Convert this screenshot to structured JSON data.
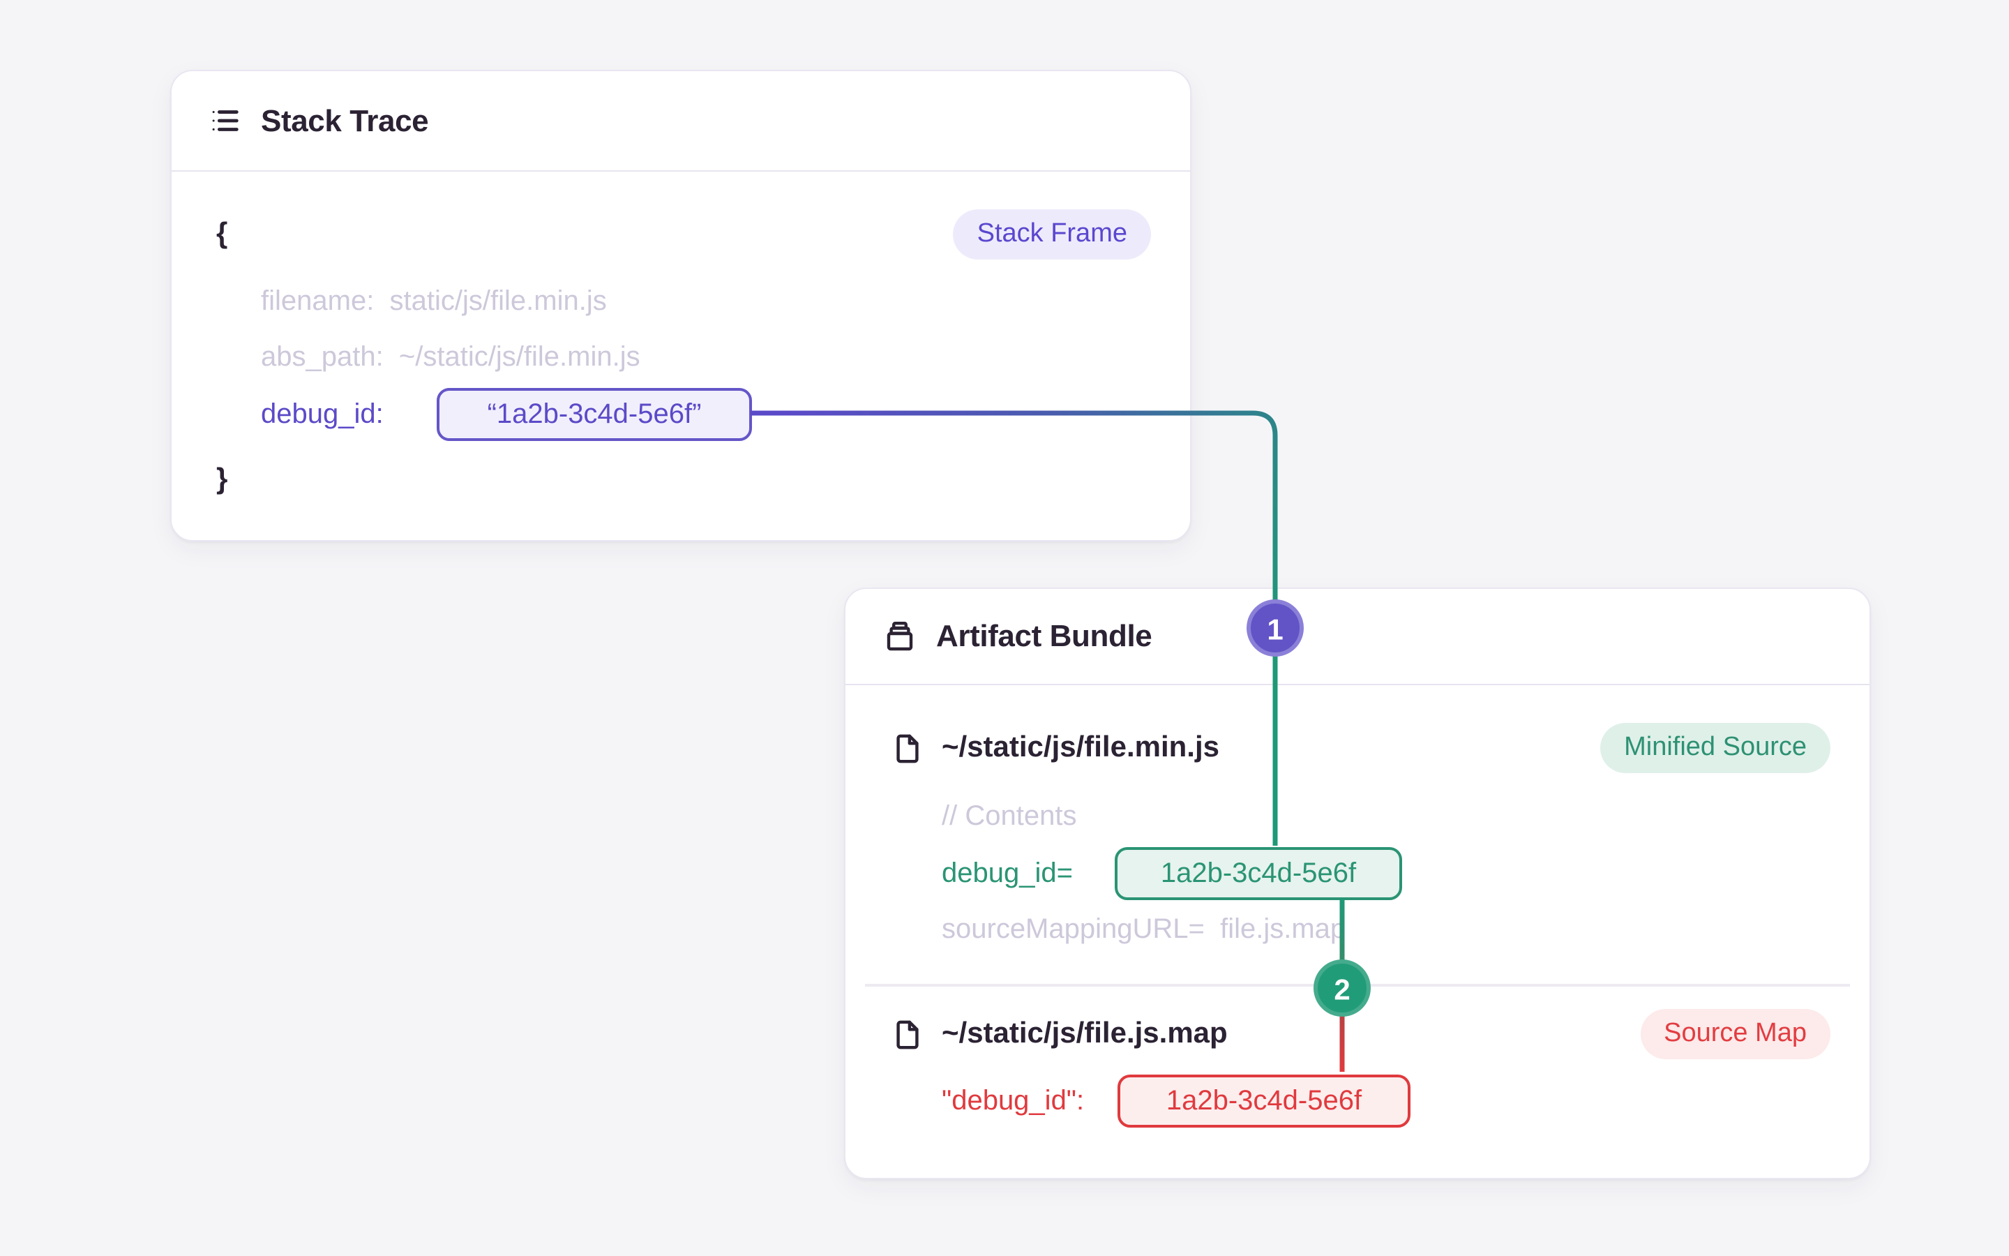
{
  "colors": {
    "background": "#f5f5f8",
    "card_background": "#ffffff",
    "card_border": "#e9e6f1",
    "ink": "#2b2233",
    "muted_text": "#cdc8da",
    "accent_purple": "#5b4ac8",
    "connector_indigo": "#4a5cae",
    "accent_green": "#2a9474",
    "accent_red": "#e03a3e",
    "marker1_fill": "#6254c6",
    "marker2_fill": "#219c79"
  },
  "icons": {
    "stack_trace": "list-icon",
    "artifact_bundle": "archive-box-icon",
    "file": "file-icon"
  },
  "stack_card": {
    "title": "Stack Trace",
    "badge": "Stack Frame",
    "open_brace": "{",
    "close_brace": "}",
    "line_filename": "filename:  static/js/file.min.js",
    "line_abs_path": "abs_path:  ~/static/js/file.min.js",
    "debug_label": "debug_id:",
    "debug_value": "“1a2b-3c4d-5e6f”"
  },
  "artifact_card": {
    "title": "Artifact Bundle",
    "file1": {
      "path": "~/static/js/file.min.js",
      "badge": "Minified Source",
      "comment": "// Contents",
      "debug_label": "debug_id=",
      "debug_value": "1a2b-3c4d-5e6f",
      "srcmap_line": "sourceMappingURL=  file.js.map"
    },
    "file2": {
      "path": "~/static/js/file.js.map",
      "badge": "Source Map",
      "debug_label": "\"debug_id\":",
      "debug_value": "1a2b-3c4d-5e6f"
    }
  },
  "markers": {
    "one": "1",
    "two": "2"
  }
}
